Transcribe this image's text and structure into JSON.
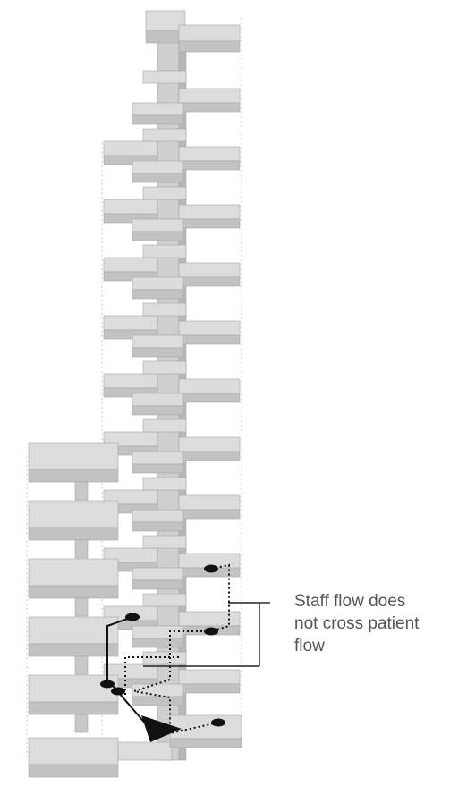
{
  "annotation": {
    "lines": [
      "Staff flow does",
      "not cross patient",
      "flow"
    ]
  },
  "colors": {
    "slab_top": "#dcdcdc",
    "slab_side": "#bdbdbd",
    "slab_edge": "#a6a6a6",
    "staff_flow": "#111111",
    "patient_flow": "#111111",
    "guide_lines": "#b5b5b5"
  },
  "legend": {
    "staff_flow_style": "dotted",
    "patient_flow_style": "solid"
  }
}
